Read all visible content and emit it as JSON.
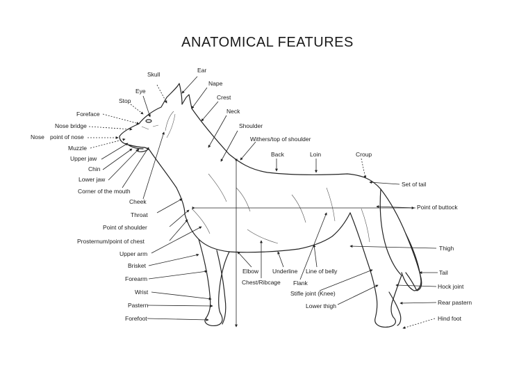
{
  "title": "ANATOMICAL FEATURES",
  "labels": {
    "skull": "Skull",
    "ear": "Ear",
    "eye": "Eye",
    "nape": "Nape",
    "stop": "Stop",
    "crest": "Crest",
    "foreface": "Foreface",
    "neck": "Neck",
    "nose_bridge": "Nose bridge",
    "shoulder": "Shoulder",
    "nose": "Nose",
    "point_of_nose": "point of nose",
    "withers": "Withers/top of shoulder",
    "muzzle": "Muzzle",
    "back": "Back",
    "loin": "Loin",
    "croup": "Croup",
    "upper_jaw": "Upper jaw",
    "chin": "Chin",
    "lower_jaw": "Lower jaw",
    "set_of_tail": "Set of tail",
    "corner_of_mouth": "Corner of the mouth",
    "cheek": "Cheek",
    "point_of_buttock": "Point of buttock",
    "throat": "Throat",
    "point_of_shoulder": "Point of shoulder",
    "prosternum": "Prosternum/point of chest",
    "thigh": "Thigh",
    "upper_arm": "Upper arm",
    "brisket": "Brisket",
    "elbow": "Elbow",
    "underline": "Underline",
    "line_of_belly": "Line of belly",
    "tail": "Tail",
    "forearm": "Forearm",
    "chest_ribcage": "Chest/Ribcage",
    "flank": "Flank",
    "hock_joint": "Hock joint",
    "wrist": "Wrist",
    "stifle": "Stifle joint (Knee)",
    "pastern": "Pastern",
    "lower_thigh": "Lower thigh",
    "rear_pastern": "Rear pastern",
    "forefoot": "Forefoot",
    "hind_foot": "Hind foot"
  }
}
